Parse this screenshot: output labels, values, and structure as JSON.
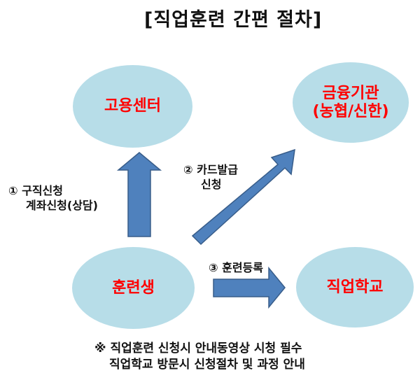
{
  "title": "[직업훈련 간편 절차]",
  "colors": {
    "node_fill": "#b7dde8",
    "node_text": "#ff0000",
    "arrow_fill": "#4f81bd",
    "arrow_stroke": "#385d8a"
  },
  "nodes": {
    "employment_center": "고용센터",
    "financial_institution_line1": "금융기관",
    "financial_institution_line2": "(농협/신한)",
    "trainee": "훈련생",
    "vocational_school": "직업학교"
  },
  "steps": {
    "step1_line1": "① 구직신청",
    "step1_line2": "계좌신청(상담)",
    "step2_line1": "② 카드발급",
    "step2_line2": "신청",
    "step3": "③ 훈련등록"
  },
  "notes": {
    "line1": "※ 직업훈련 신청시 안내동영상 시청 필수",
    "line2": "직업학교 방문시 신청절차 및 과정 안내"
  }
}
